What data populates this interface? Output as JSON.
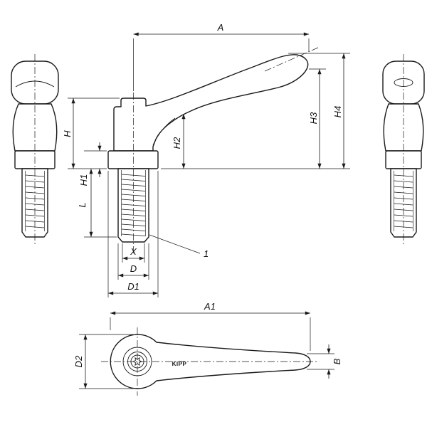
{
  "labels": {
    "A": "A",
    "H": "H",
    "H1": "H1",
    "H2": "H2",
    "H3": "H3",
    "H4": "H4",
    "L": "L",
    "X": "X",
    "D": "D",
    "D1": "D1",
    "callout_1": "1",
    "A1": "A1",
    "D2": "D2",
    "B": "B"
  },
  "logo": {
    "text": "KIPP"
  },
  "colors": {
    "line": "#1a1a1a",
    "background": "#ffffff"
  }
}
